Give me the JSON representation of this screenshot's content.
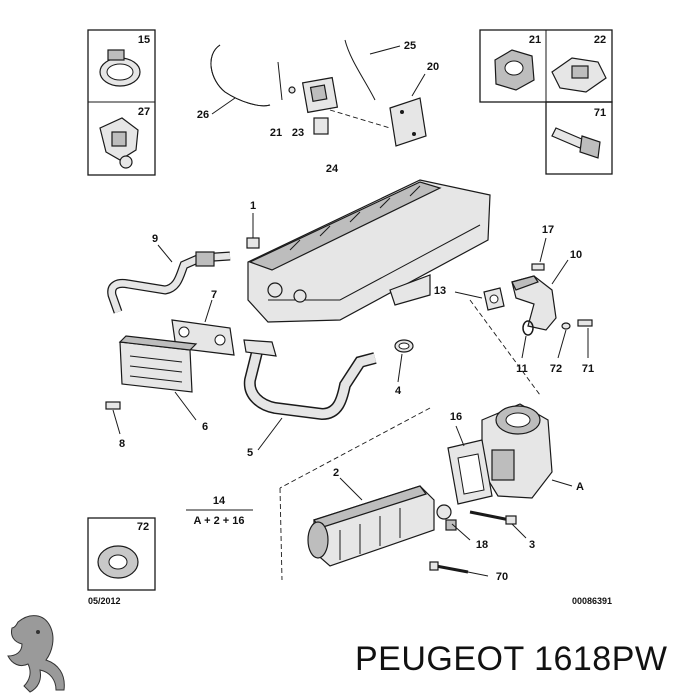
{
  "date_code": "05/2012",
  "drawing_number": "00086391",
  "callout_14": "14",
  "formula_14": "A + 2 + 16",
  "brand_line": "PEUGEOT 1618PW",
  "logo_icon": "peugeot-lion-icon",
  "callouts": {
    "c1": "1",
    "c2": "2",
    "c3": "3",
    "c4": "4",
    "c5": "5",
    "c6": "6",
    "c7": "7",
    "c8": "8",
    "c9": "9",
    "c10": "10",
    "c11": "11",
    "c13": "13",
    "c16": "16",
    "c17": "17",
    "c18": "18",
    "c20": "20",
    "c21": "21",
    "c23": "23",
    "c24": "24",
    "c25": "25",
    "c26": "26",
    "c70": "70",
    "c71": "71",
    "c72": "72",
    "cA": "A"
  },
  "inset_labels": {
    "i15": "15",
    "i27": "27",
    "i21": "21",
    "i22": "22",
    "i71": "71",
    "i72": "72"
  }
}
